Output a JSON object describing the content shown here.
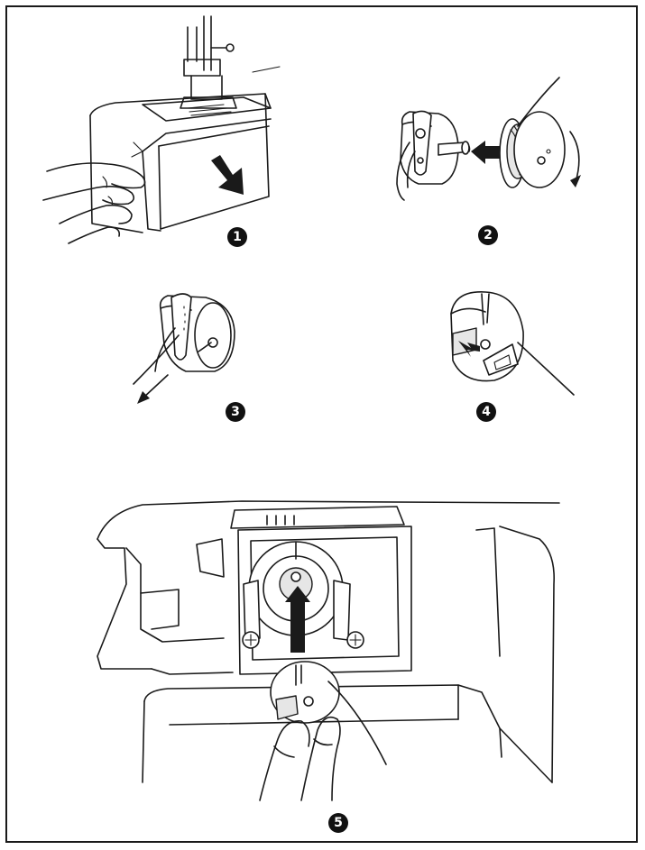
{
  "steps": [
    {
      "number": "1"
    },
    {
      "number": "2"
    },
    {
      "number": "3"
    },
    {
      "number": "4"
    },
    {
      "number": "5"
    }
  ],
  "colors": {
    "line": "#1a1a1a",
    "badge": "#111111",
    "background": "#ffffff"
  }
}
